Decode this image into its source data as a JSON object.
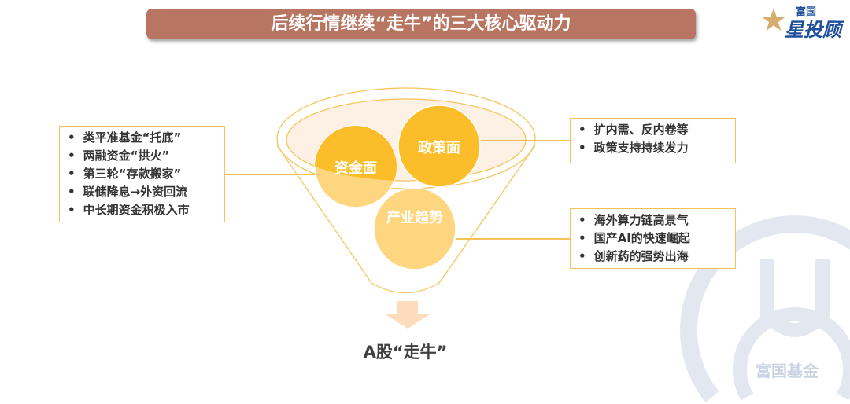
{
  "title": "后续行情继续“走牛”的三大核心驱动力",
  "logo": {
    "top": "富国",
    "main": "星投顾"
  },
  "circles": {
    "capital": "资金面",
    "policy": "政策面",
    "industry": "产业趋势"
  },
  "left_box": [
    "类平准基金“托底”",
    "两融资金“拱火”",
    "第三轮“存款搬家”",
    "联储降息→外资回流",
    "中长期资金积极入市"
  ],
  "right_top_box": [
    "扩内需、反内卷等",
    "政策支持持续发力"
  ],
  "right_bottom_box": [
    "海外算力链高景气",
    "国产AI的快速崛起",
    "创新药的强势出海"
  ],
  "result": "A股“走牛”",
  "watermark": "富国基金",
  "colors": {
    "title_bg": "#b87561",
    "circle_dark": "#fbbd2a",
    "circle_light": "#fdd67f",
    "line": "#f5c25a"
  }
}
